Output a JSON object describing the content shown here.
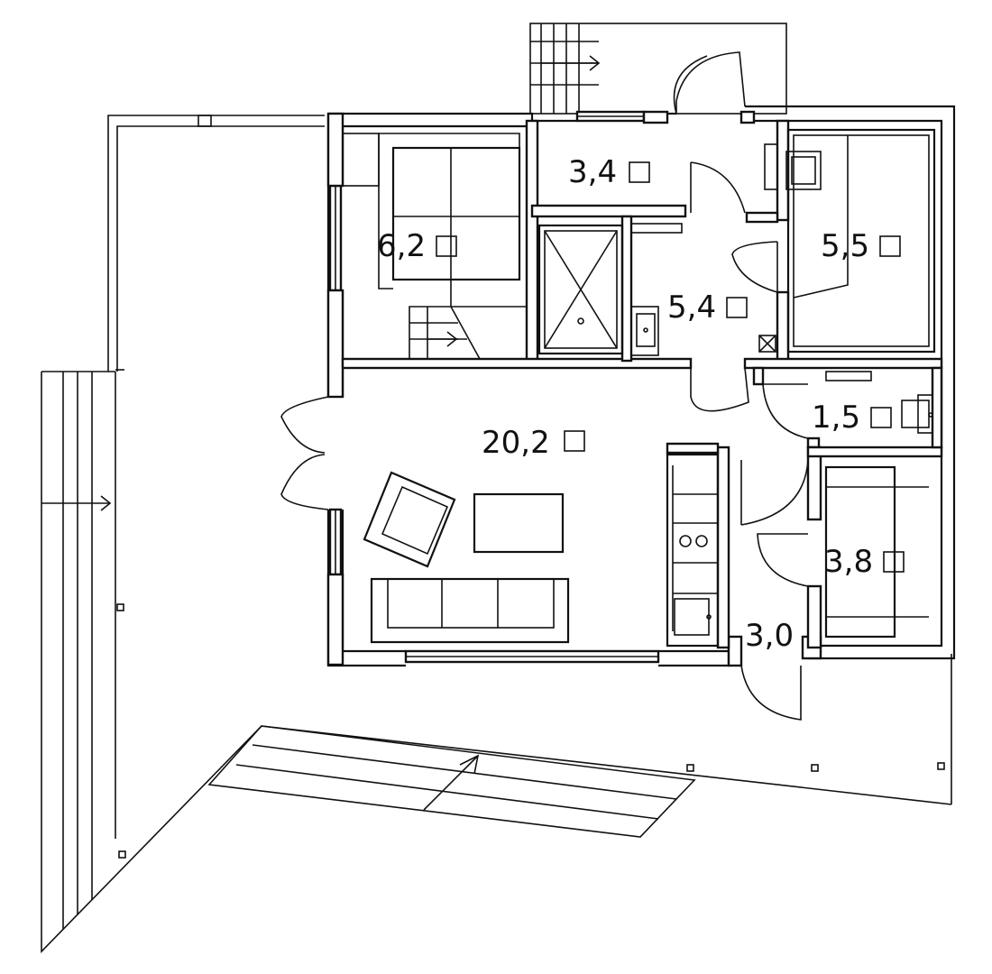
{
  "rooms": [
    {
      "id": "room-6-2",
      "area": "6,2",
      "unit_icon": "square-meter-icon"
    },
    {
      "id": "room-3-4",
      "area": "3,4",
      "unit_icon": "square-meter-icon"
    },
    {
      "id": "room-5-5",
      "area": "5,5",
      "unit_icon": "square-meter-icon"
    },
    {
      "id": "room-5-4",
      "area": "5,4",
      "unit_icon": "square-meter-icon"
    },
    {
      "id": "room-1-5",
      "area": "1,5",
      "unit_icon": "square-meter-icon"
    },
    {
      "id": "room-20-2",
      "area": "20,2",
      "unit_icon": "square-meter-icon"
    },
    {
      "id": "room-3-8",
      "area": "3,8",
      "unit_icon": "square-meter-icon"
    },
    {
      "id": "room-3-0",
      "area": "3,0",
      "unit_icon": null
    }
  ],
  "colors": {
    "line": "#111111",
    "background": "#ffffff"
  }
}
